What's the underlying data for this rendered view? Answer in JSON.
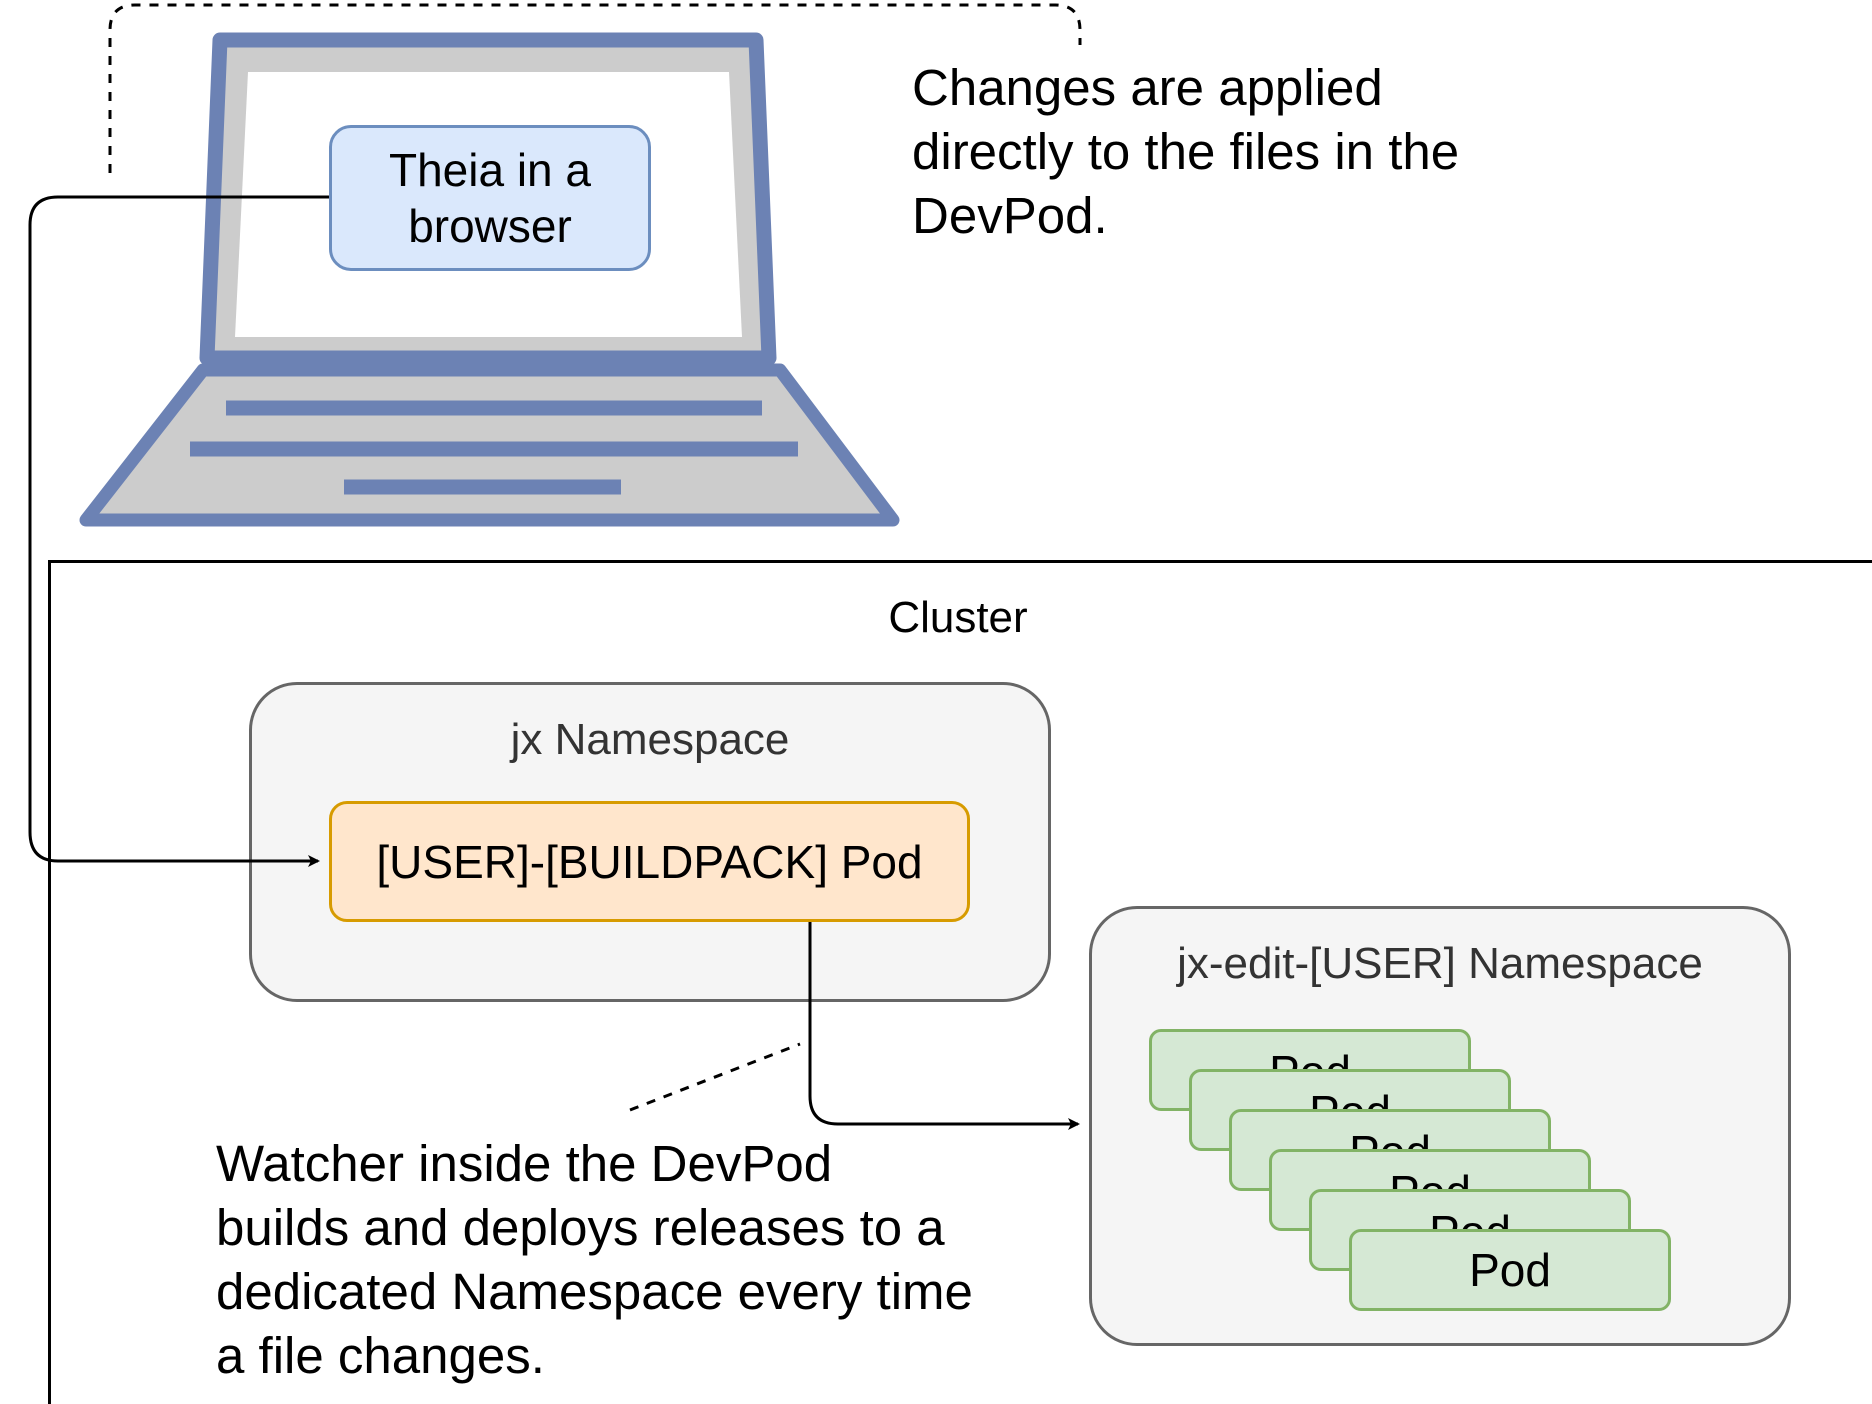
{
  "diagram": {
    "notes": {
      "changes": [
        "Changes are applied",
        "directly to the files in the",
        "DevPod."
      ],
      "watcher": [
        "Watcher inside the DevPod",
        "builds and deploys releases to a",
        "dedicated Namespace every time",
        "a file changes."
      ]
    },
    "laptop": {
      "browser_box": [
        "Theia in a",
        "browser"
      ]
    },
    "cluster": {
      "label": "Cluster",
      "jx_namespace": {
        "title": "jx Namespace",
        "devpod": "[USER]-[BUILDPACK] Pod"
      },
      "edit_namespace": {
        "title": "jx-edit-[USER] Namespace",
        "pods": [
          "Pod",
          "Pod",
          "Pod",
          "Pod",
          "Pod",
          "Pod"
        ]
      }
    },
    "colors": {
      "laptop_frame": "#6c82b4",
      "laptop_fill": "#cccccc",
      "browser_fill": "#dae8fc",
      "browser_border": "#6c8ebf",
      "devpod_fill": "#ffe6cc",
      "devpod_border": "#d79b00",
      "namespace_fill": "#f5f5f5",
      "namespace_border": "#666666",
      "pod_fill": "#d5e8d4",
      "pod_border": "#82b366"
    }
  }
}
